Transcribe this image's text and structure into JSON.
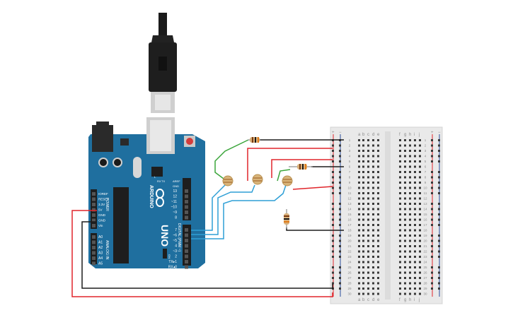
{
  "arduino": {
    "logo_text": "ARDUINO",
    "model": "UNO",
    "digital_label": "DIGITAL (PWM ~)",
    "power_label": "POWER",
    "analog_label": "ANALOG IN",
    "tx_label": "TX",
    "rx_label": "RX",
    "on_label": "ON",
    "l_label": "L",
    "aref": "AREF",
    "gnd": "GND",
    "digital_pins": [
      "13",
      "12",
      "~11",
      "~10",
      "~9",
      "8",
      "7",
      "~6",
      "~5",
      "4",
      "~3",
      "2",
      "TX▸1",
      "RX◂0"
    ],
    "power_pins": [
      "IOREF",
      "RESET",
      "3.3V",
      "5V",
      "GND",
      "GND",
      "Vin"
    ],
    "analog_pins": [
      "A0",
      "A1",
      "A2",
      "A3",
      "A4",
      "A5"
    ]
  },
  "breadboard": {
    "columns_left": [
      "a",
      "b",
      "c",
      "d",
      "e"
    ],
    "columns_right": [
      "f",
      "g",
      "h",
      "i",
      "j"
    ],
    "plus": "+",
    "minus": "−",
    "row_count": 30
  },
  "colors": {
    "board": "#1f6f9f",
    "wire_red": "#e0252b",
    "wire_black": "#1d1d1d",
    "wire_green": "#3aa53a",
    "wire_blue": "#2e9fd6",
    "breadboard": "#e9e9e9"
  }
}
